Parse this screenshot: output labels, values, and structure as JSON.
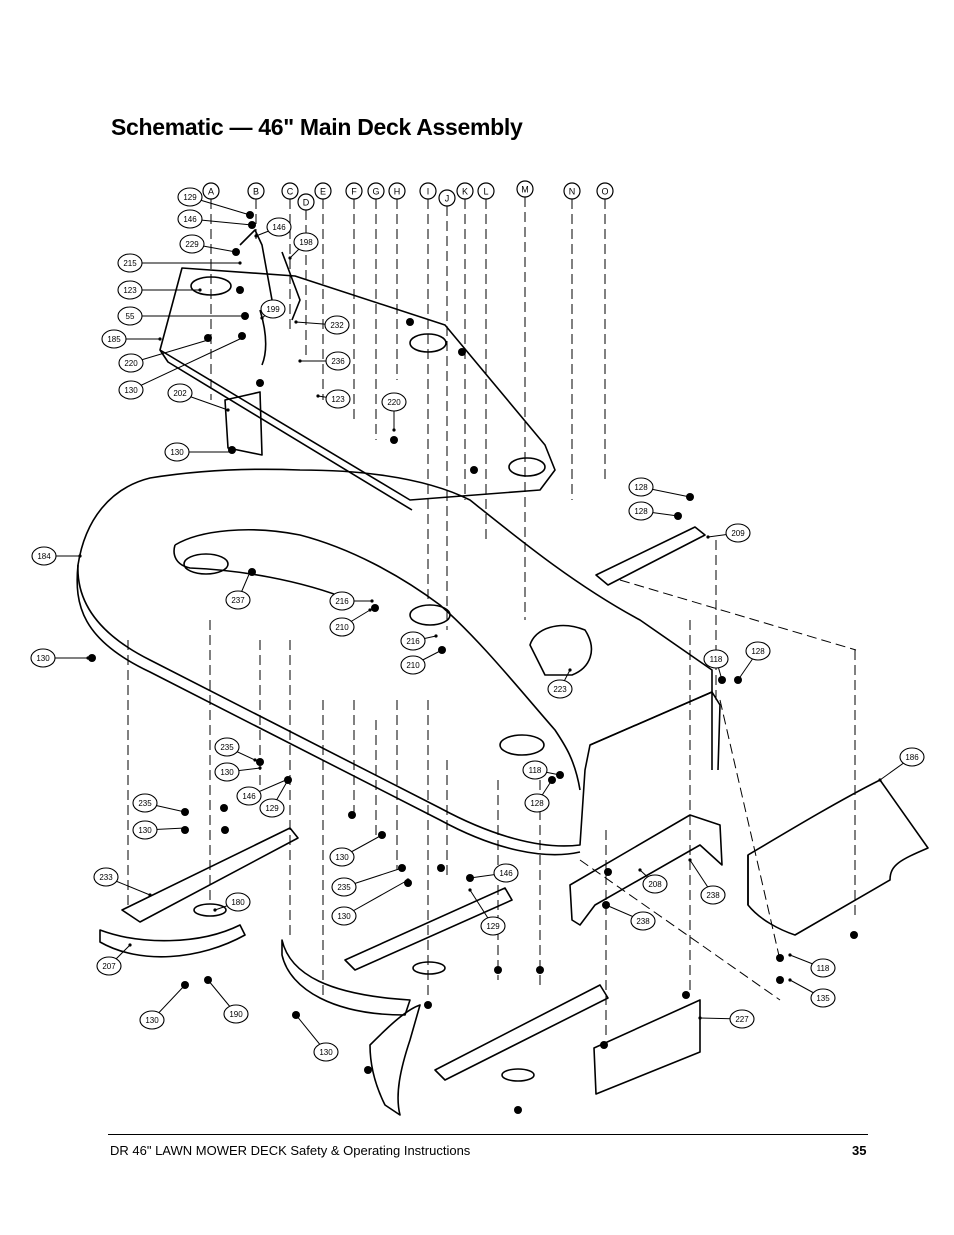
{
  "page": {
    "title": "Schematic — 46\" Main Deck Assembly",
    "footer_text": "DR 46\" LAWN MOWER DECK Safety & Operating Instructions",
    "page_number": "35"
  },
  "diagram": {
    "letter_callouts": [
      "A",
      "B",
      "C",
      "D",
      "E",
      "F",
      "G",
      "H",
      "I",
      "J",
      "K",
      "L",
      "M",
      "N",
      "O"
    ],
    "part_callouts": [
      "129",
      "146",
      "146",
      "229",
      "198",
      "215",
      "123",
      "55",
      "199",
      "232",
      "185",
      "220",
      "236",
      "130",
      "123",
      "220",
      "202",
      "130",
      "128",
      "128",
      "209",
      "184",
      "237",
      "216",
      "210",
      "216",
      "210",
      "130",
      "223",
      "118",
      "128",
      "235",
      "130",
      "146",
      "129",
      "118",
      "128",
      "186",
      "235",
      "130",
      "130",
      "235",
      "130",
      "146",
      "129",
      "233",
      "180",
      "208",
      "238",
      "238",
      "207",
      "130",
      "190",
      "130",
      "118",
      "135",
      "227"
    ]
  }
}
